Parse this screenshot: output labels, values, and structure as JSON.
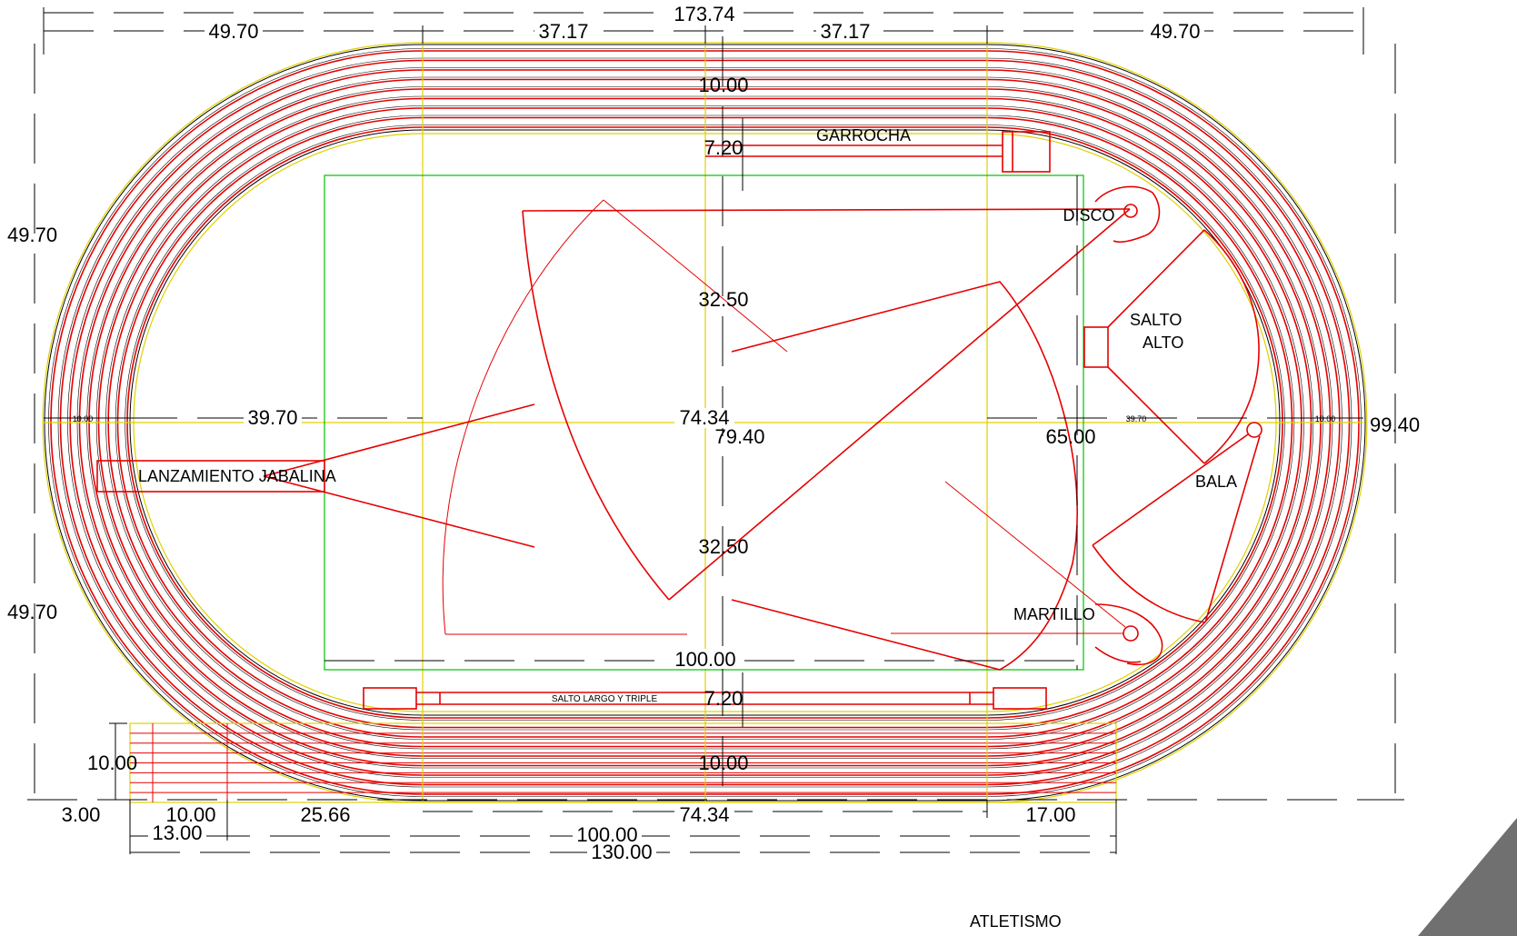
{
  "dimensions": {
    "total_length": "173.74",
    "left_curve_top": "49.70",
    "right_curve_top": "49.70",
    "half_straight_left": "37.17",
    "half_straight_right": "37.17",
    "top_lanes": "10.00",
    "garrocha_offset": "7.20",
    "upper_half": "32.50",
    "lower_half": "32.50",
    "left_inner_radius": "39.70",
    "center_straight": "74.34",
    "field_width": "79.40",
    "field_height": "65.00",
    "right_inner_radius": "39.70",
    "left_lane_width": "10.00",
    "right_lane_width": "10.00",
    "total_width": "99.40",
    "left_upper_height": "49.70",
    "left_lower_height": "49.70",
    "field_length": "100.00",
    "salto_offset": "7.20",
    "bottom_lanes": "10.00",
    "straight_lanes_height": "10.00",
    "b_3": "3.00",
    "b_10": "10.00",
    "b_13": "13.00",
    "b_2566": "25.66",
    "b_7434": "74.34",
    "b_17": "17.00",
    "b_100": "100.00",
    "b_130": "130.00"
  },
  "labels": {
    "garrocha": "GARROCHA",
    "disco": "DISCO",
    "salto_alto_1": "SALTO",
    "salto_alto_2": "ALTO",
    "jabalina": "LANZAMIENTO JABALINA",
    "bala": "BALA",
    "martillo": "MARTILLO",
    "salto_largo": "SALTO LARGO Y TRIPLE",
    "atletismo": "ATLETISMO"
  },
  "colors": {
    "lane_lines": "#e60000",
    "axis_lines": "#e0d000",
    "field_box": "#00c000",
    "dimension_lines": "#000000",
    "corner_mark": "#707070"
  }
}
